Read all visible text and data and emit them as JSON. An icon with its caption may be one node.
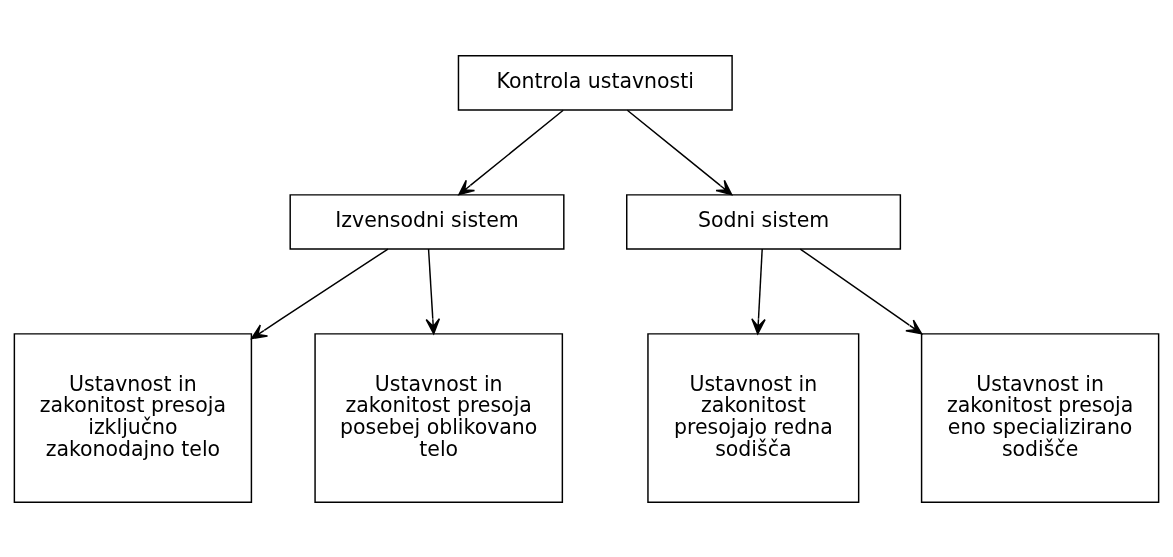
{
  "diagram": {
    "nodes": [
      {
        "text": [
          "Kontrola ustavnosti"
        ]
      },
      {
        "text": [
          "Izvensodni sistem"
        ]
      },
      {
        "text": [
          "Sodni sistem"
        ]
      },
      {
        "text": [
          "Ustavnost in zakonitost presoja izključno zakonodajno telo"
        ]
      },
      {
        "text": [
          "Ustavnost in zakonitost presoja posebej oblikovano telo"
        ]
      },
      {
        "text": [
          "Ustavnost in zakonitost presojajo redna sodišča"
        ]
      },
      {
        "text": [
          "Ustavnost in zakonitost presoja eno specializirano sodišče"
        ]
      }
    ],
    "edges": [
      {
        "from": 0,
        "to": 1,
        "arrow": "to"
      },
      {
        "from": 0,
        "to": 2,
        "arrow": "to"
      },
      {
        "from": 1,
        "to": 3,
        "arrow": "to"
      },
      {
        "from": 1,
        "to": 4,
        "arrow": "to"
      },
      {
        "from": 2,
        "to": 5,
        "arrow": "to"
      },
      {
        "from": 2,
        "to": 6,
        "arrow": "to"
      }
    ]
  }
}
